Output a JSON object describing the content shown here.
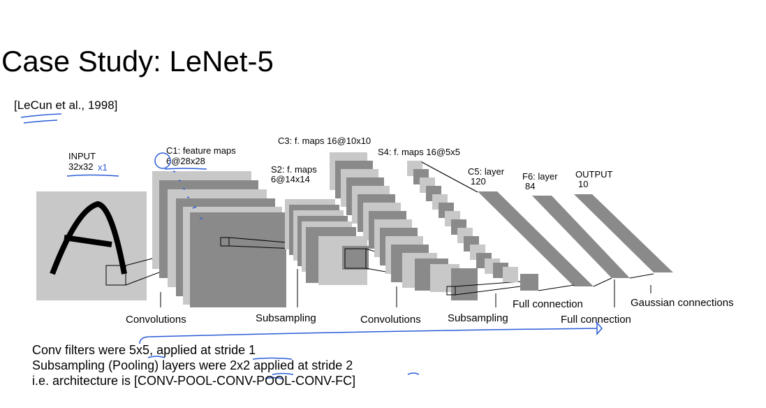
{
  "slide": {
    "title": "Case Study: LeNet-5",
    "citation": "[LeCun et al., 1998]"
  },
  "diagram": {
    "input_label": "INPUT",
    "input_size": "32x32",
    "input_handwritten_note": "x1",
    "c1_label": "C1: feature maps",
    "c1_size": "6@28x28",
    "s2_label": "S2: f. maps",
    "s2_size": "6@14x14",
    "c3_label": "C3: f. maps 16@10x10",
    "s4_label": "S4: f. maps 16@5x5",
    "c5_label": "C5: layer",
    "c5_size": "120",
    "f6_label": "F6: layer",
    "f6_size": "84",
    "output_label": "OUTPUT",
    "output_size": "10",
    "op_convolutions_1": "Convolutions",
    "op_subsampling_1": "Subsampling",
    "op_convolutions_2": "Convolutions",
    "op_subsampling_2": "Subsampling",
    "op_full_connection_1": "Full connection",
    "op_full_connection_2": "Full connection",
    "op_gaussian": "Gaussian connections"
  },
  "notes": [
    "Conv filters were 5x5, applied at stride 1",
    "Subsampling (Pooling) layers were 2x2 applied at stride 2",
    "i.e. architecture is [CONV-POOL-CONV-POOL-CONV-FC]"
  ],
  "colors": {
    "annotation_ink": "#2a5bd7",
    "map_dark": "#8a8a8a",
    "map_light": "#c8c8c8",
    "input_bg": "#c8c8c8"
  }
}
